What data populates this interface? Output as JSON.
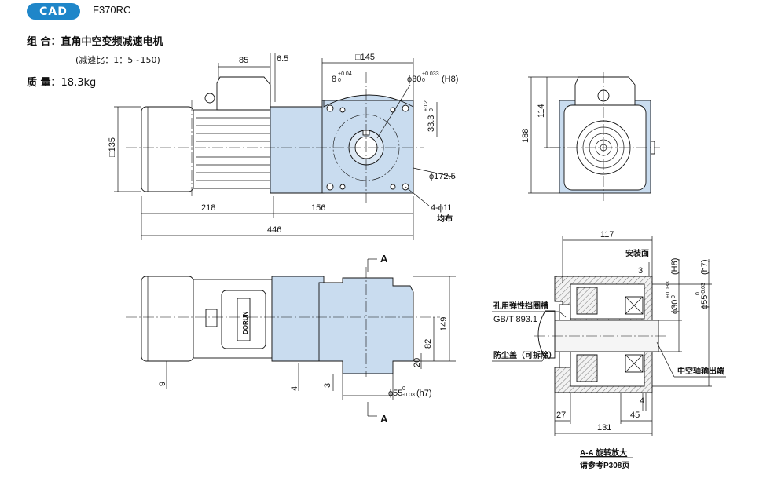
{
  "header": {
    "badge": "CAD",
    "model": "F370RC"
  },
  "spec": {
    "composition_label": "组 合：",
    "composition_value": "直角中空变频减速电机",
    "ratio_note": "(减速比：1：5~150)",
    "mass_label": "质 量：",
    "mass_value": "18.3kg"
  },
  "front_view": {
    "dims": {
      "d85": "85",
      "d6_5": "6.5",
      "sq145": "□145",
      "key8": "8",
      "key8_tol": "+0.04",
      "key8_tol2": "0",
      "bore": "ϕ30",
      "bore_tol": "+0.033",
      "bore_tol2": "0",
      "bore_fit": "(H8)",
      "d33_3": "33.3",
      "d33_3_tol": "+0.2",
      "d33_3_tol2": "0",
      "pcd": "ϕ172.5",
      "holes": "4-ϕ11",
      "holes_note": "均布",
      "sq135": "□135",
      "d218": "218",
      "d156": "156",
      "d446": "446"
    }
  },
  "side_view": {
    "dims": {
      "d114": "114",
      "d188": "188"
    }
  },
  "bottom_view": {
    "dims": {
      "section_mark": "A",
      "d149": "149",
      "d82": "82",
      "d20": "20",
      "d9": "9",
      "d4": "4",
      "d3": "3",
      "shaft": "ϕ55",
      "shaft_tol": "0",
      "shaft_tol2": "-0.03",
      "shaft_fit": "(h7)",
      "label_plate": "DORUN"
    }
  },
  "section_view": {
    "dims": {
      "d117": "117",
      "mount_face": "安装面",
      "d3": "3",
      "bore": "ϕ30",
      "bore_tol": "+0.033",
      "bore_tol2": "0",
      "bore_fit": "(H8)",
      "shaft": "ϕ55",
      "shaft_tol": "0",
      "shaft_tol2": "-0.03",
      "shaft_fit": "(h7)",
      "groove_label": "孔用弹性挡圈槽",
      "groove_std": "GB/T 893.1",
      "dust_cover": "防尘盖（可拆除）",
      "hollow_out": "中空轴输出端",
      "d4": "4",
      "d27": "27",
      "d45": "45",
      "d131": "131",
      "caption": "A-A 旋转放大",
      "reference": "请参考P308页"
    }
  },
  "colors": {
    "badge": "#1f86c9",
    "gearbox": "#c9dcef"
  }
}
